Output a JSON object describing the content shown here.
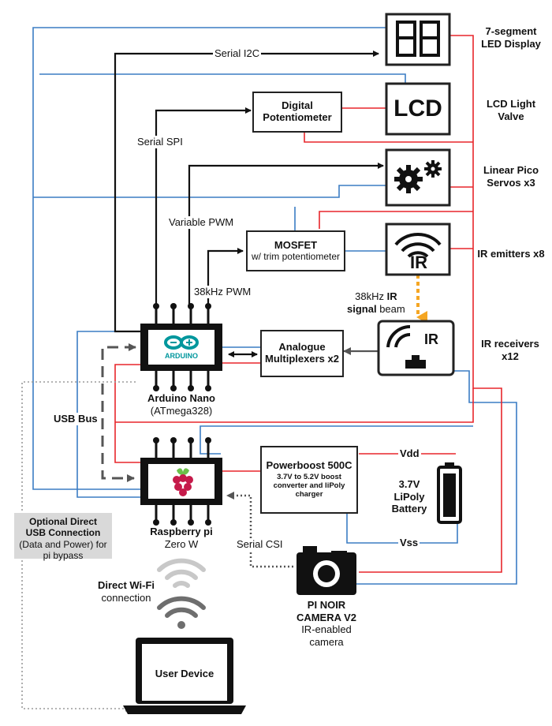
{
  "components": {
    "seven_segment_icon": "88",
    "lcd_icon": "LCD",
    "ir_emitter_icon": "IR",
    "ir_receiver_icon": "IR",
    "digital_pot": "Digital Potentiometer",
    "mosfet_title": "MOSFET",
    "mosfet_sub": "w/ trim potentiometer",
    "analogue_mux": "Analogue Multiplexers x2",
    "powerboost_title": "Powerboost 500C",
    "powerboost_sub": "3.7V to 5.2V boost converter and liPoly charger",
    "arduino_logo_text": "ARDUINO",
    "user_device": "User Device"
  },
  "side_labels": {
    "seven_segment": "7-segment LED Display",
    "lcd": "LCD Light Valve",
    "servos": "Linear Pico Servos x3",
    "ir_emitters": "IR emitters x8",
    "ir_receivers": "IR receivers x12"
  },
  "node_labels": {
    "arduino_name": "Arduino Nano",
    "arduino_chip": "(ATmega328)",
    "pi_name": "Raspberry pi",
    "pi_model": "Zero W",
    "battery": "3.7V LiPoly Battery",
    "camera_name": "PI NOIR CAMERA V2",
    "camera_sub": "IR-enabled camera"
  },
  "connection_labels": {
    "serial_i2c": "Serial I2C",
    "serial_spi": "Serial SPI",
    "variable_pwm": "Variable PWM",
    "pwm_38khz": "38kHz PWM",
    "ir_beam_pre": "38kHz",
    "ir_beam_bold1": "IR",
    "ir_beam_bold2": "signal",
    "ir_beam_post": "beam",
    "usb_bus": "USB Bus",
    "vdd": "Vdd",
    "vss": "Vss",
    "serial_csi": "Serial CSI",
    "wifi_title": "Direct Wi-Fi",
    "wifi_sub": "connection",
    "usb_direct_title": "Optional Direct USB Connection",
    "usb_direct_sub": "(Data and Power) for pi bypass"
  },
  "colors": {
    "power": "#e8262b",
    "ground": "#3b7dc4",
    "data": "#111111",
    "beam": "#f5a623",
    "usb": "#555555",
    "dotted": "#9a9a9a",
    "wifi": "#9a9a9a",
    "arduino_teal": "#00979d",
    "pi_red": "#c51a4a",
    "pi_leaf": "#6cc04a"
  }
}
